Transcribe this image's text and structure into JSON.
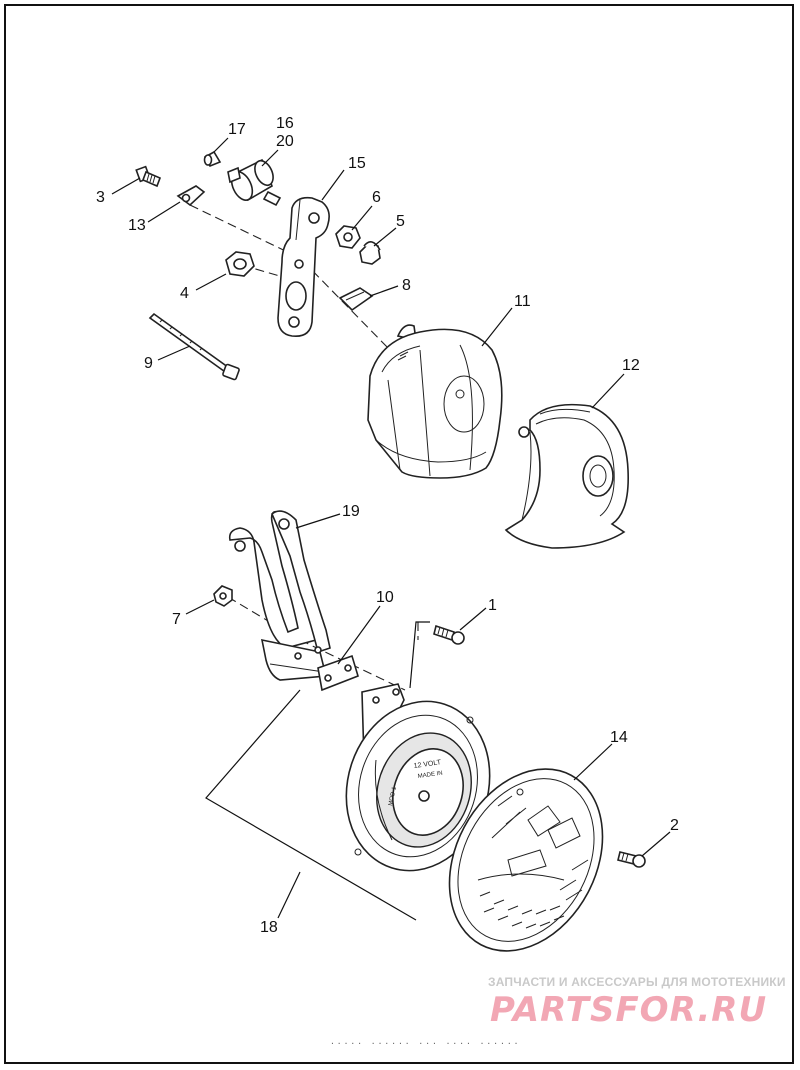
{
  "callouts": [
    {
      "id": "17",
      "label": "17"
    },
    {
      "id": "16",
      "label": "16"
    },
    {
      "id": "20",
      "label": "20"
    },
    {
      "id": "15",
      "label": "15"
    },
    {
      "id": "3",
      "label": "3"
    },
    {
      "id": "6",
      "label": "6"
    },
    {
      "id": "13",
      "label": "13"
    },
    {
      "id": "5",
      "label": "5"
    },
    {
      "id": "8",
      "label": "8"
    },
    {
      "id": "4",
      "label": "4"
    },
    {
      "id": "11",
      "label": "11"
    },
    {
      "id": "9",
      "label": "9"
    },
    {
      "id": "12",
      "label": "12"
    },
    {
      "id": "19",
      "label": "19"
    },
    {
      "id": "10",
      "label": "10"
    },
    {
      "id": "1",
      "label": "1"
    },
    {
      "id": "7",
      "label": "7"
    },
    {
      "id": "14",
      "label": "14"
    },
    {
      "id": "2",
      "label": "2"
    },
    {
      "id": "18",
      "label": "18"
    }
  ],
  "horn_face_text": {
    "line1": "12 VOLT",
    "line2": "MADE IN",
    "line3": "MOD-1"
  },
  "watermark": {
    "tagline": "ЗАПЧАСТИ И АКСЕССУАРЫ ДЛЯ МОТОТЕХНИКИ",
    "brand": "PARTSFOR.RU"
  },
  "footer_code": "..... ...... ... .... ......"
}
